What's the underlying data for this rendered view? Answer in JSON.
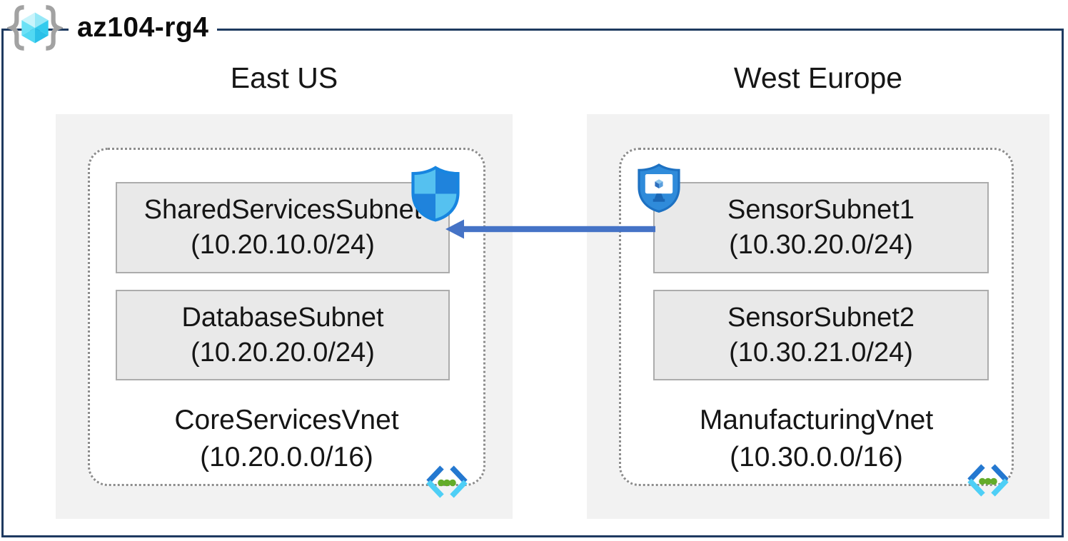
{
  "resource_group": {
    "title": "az104-rg4"
  },
  "regions": [
    {
      "name": "East US",
      "vnet": {
        "label": "CoreServicesVnet",
        "cidr": "(10.20.0.0/16)",
        "subnets": [
          {
            "label": "SharedServicesSubnet",
            "cidr": "(10.20.10.0/24)",
            "badge": "network-security-group-shield"
          },
          {
            "label": "DatabaseSubnet",
            "cidr": "(10.20.20.0/24)",
            "badge": null
          }
        ]
      }
    },
    {
      "name": "West Europe",
      "vnet": {
        "label": "ManufacturingVnet",
        "cidr": "(10.30.0.0/16)",
        "subnets": [
          {
            "label": "SensorSubnet1",
            "cidr": "(10.30.20.0/24)",
            "badge": "application-security-group-shield"
          },
          {
            "label": "SensorSubnet2",
            "cidr": "(10.30.21.0/24)",
            "badge": null
          }
        ]
      }
    }
  ],
  "connection": {
    "from": "SensorSubnet1",
    "to": "SharedServicesSubnet",
    "direction": "right-to-left",
    "color": "#4573C6"
  },
  "icons": {
    "header": "azure-resource-group-icon",
    "left_subnet_badge": "network-security-group-shield-icon",
    "right_subnet_badge": "application-security-group-shield-icon",
    "vnet_corner_badge": "virtual-network-icon"
  },
  "colors": {
    "frame_border": "#1E3A60",
    "region_background": "#F2F2F2",
    "subnet_background": "#E9E9E9",
    "subnet_border": "#ACACAC",
    "vnet_dotted_border": "#8D8D8D",
    "arrow": "#4573C6",
    "shield_light_blue": "#55C1F0",
    "shield_dark_blue": "#1F83DC",
    "vnet_icon_dark_blue": "#2478D0",
    "vnet_icon_cyan": "#4ECFF6",
    "vnet_icon_green": "#63AC29",
    "rg_cube_cyan": "#52D9F3",
    "rg_braces_gray": "#A2A2A2"
  }
}
